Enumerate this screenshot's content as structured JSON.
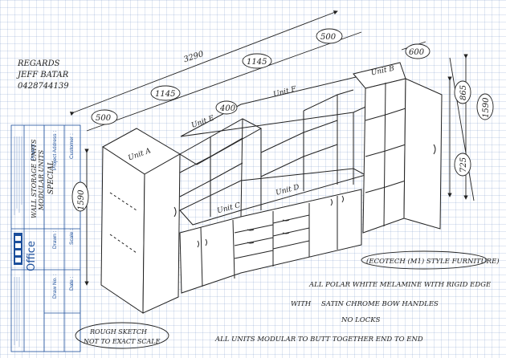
{
  "signature": {
    "line1": "REGARDS",
    "line2": "JEFF BATAR",
    "line3": "0428744139"
  },
  "dimensions": {
    "total_width": "3290",
    "d500a": "500",
    "d1145a": "1145",
    "d1145b": "1145",
    "d500b": "500",
    "d600": "600",
    "d400": "400",
    "d865": "865",
    "d1590_right": "1590",
    "d725": "725",
    "d1590_left": "1590"
  },
  "unit_labels": {
    "a": "Unit A",
    "b": "Unit B",
    "c": "Unit C",
    "d": "Unit D",
    "e": "Unit E",
    "f": "Unit F"
  },
  "title_block": {
    "customer_label": "Customer :",
    "project_address_label": "Project Address :",
    "project_label": "Project :",
    "drawn_label": "Drawn :",
    "scale_label": "Scale :",
    "date_label": "Date :",
    "drw_no_label": "Draw No. :",
    "brand": "Office",
    "special_text": "SPECIAL",
    "project_text1": "WALL STORAGE UNITS",
    "project_text2": "MODULAR UNITS"
  },
  "notes": {
    "style": "(ECOTECH (M1) STYLE FURNITURE)",
    "material": "ALL POLAR WHITE MELAMINE WITH RIGID EDGE",
    "handles_prefix": "WITH",
    "handles": "SATIN CHROME BOW HANDLES",
    "locks": "NO LOCKS",
    "modular": "ALL UNITS MODULAR TO BUTT TOGETHER END TO END",
    "rough_sketch_line1": "ROUGH SKETCH",
    "rough_sketch_line2": "NOT TO EXACT SCALE"
  }
}
